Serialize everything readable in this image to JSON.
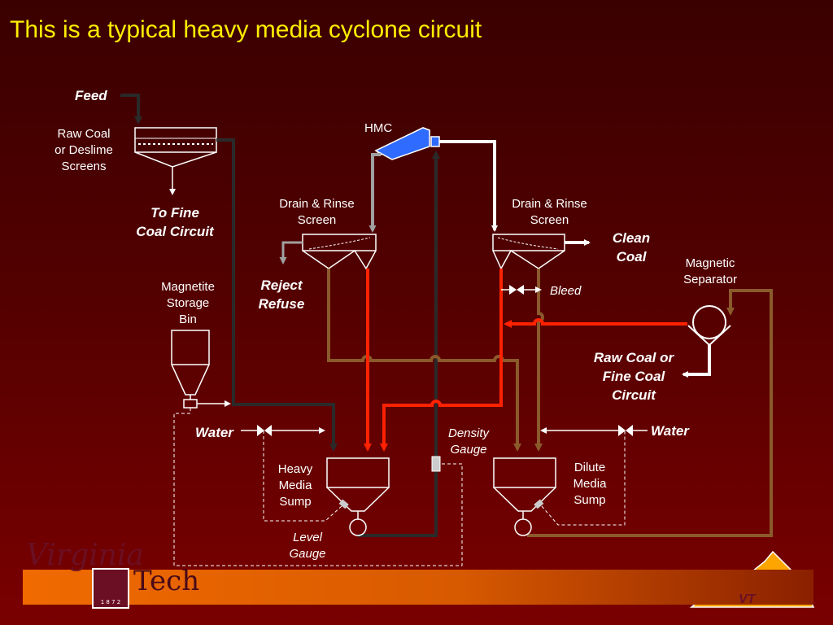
{
  "slide": {
    "title": "This is a typical heavy media cyclone circuit"
  },
  "labels": {
    "feed": "Feed",
    "raw_coal_screens": "Raw Coal\nor Deslime\nScreens",
    "to_fine_coal": "To Fine\nCoal Circuit",
    "hmc": "HMC",
    "drain_rinse_left": "Drain & Rinse\nScreen",
    "drain_rinse_right": "Drain & Rinse\nScreen",
    "clean_coal": "Clean\nCoal",
    "reject_refuse": "Reject\nRefuse",
    "magnetite_bin": "Magnetite\nStorage\nBin",
    "magnetic_separator": "Magnetic\nSeparator",
    "bleed": "Bleed",
    "raw_coal_fine": "Raw Coal or\nFine Coal\nCircuit",
    "water_left": "Water",
    "water_right": "Water",
    "density_gauge": "Density\nGauge",
    "heavy_media_sump": "Heavy\nMedia\nSump",
    "dilute_media_sump": "Dilute\nMedia\nSump",
    "level_gauge": "Level\nGauge"
  },
  "logo": {
    "virginia": "Virginia",
    "tech": "Tech",
    "year": "1 8 7 2",
    "vt": "VT"
  },
  "colors": {
    "title": "#ffee00",
    "dark_line": "#2a2a2a",
    "brown_line": "#8b5a2b",
    "red_line": "#ff2200",
    "white_line": "#ffffff",
    "gray_line": "#9a9a9a",
    "hmc_blue": "#2f6bff",
    "footer_orange": "#f06a00",
    "virginia_shape": "#ffa500"
  }
}
